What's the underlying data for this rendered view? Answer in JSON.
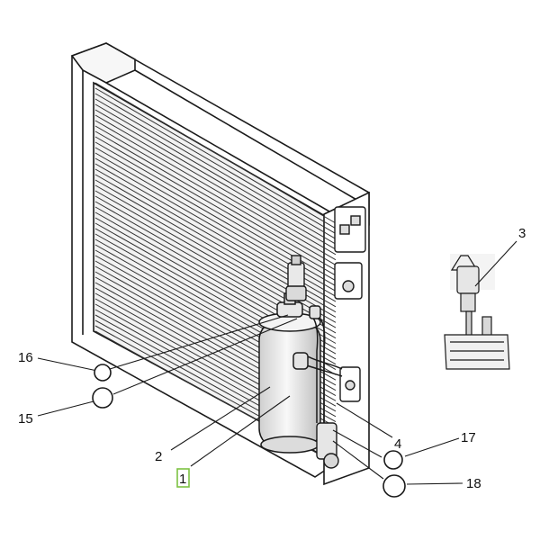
{
  "diagram": {
    "callouts": [
      {
        "id": "c1",
        "label": "1"
      },
      {
        "id": "c2",
        "label": "2"
      },
      {
        "id": "c3",
        "label": "3"
      },
      {
        "id": "c4",
        "label": "4"
      },
      {
        "id": "c15",
        "label": "15"
      },
      {
        "id": "c16",
        "label": "16"
      },
      {
        "id": "c17",
        "label": "17"
      },
      {
        "id": "c18",
        "label": "18"
      }
    ],
    "highlight_color": "#7dc242",
    "line_color": "#1a1a1a"
  }
}
